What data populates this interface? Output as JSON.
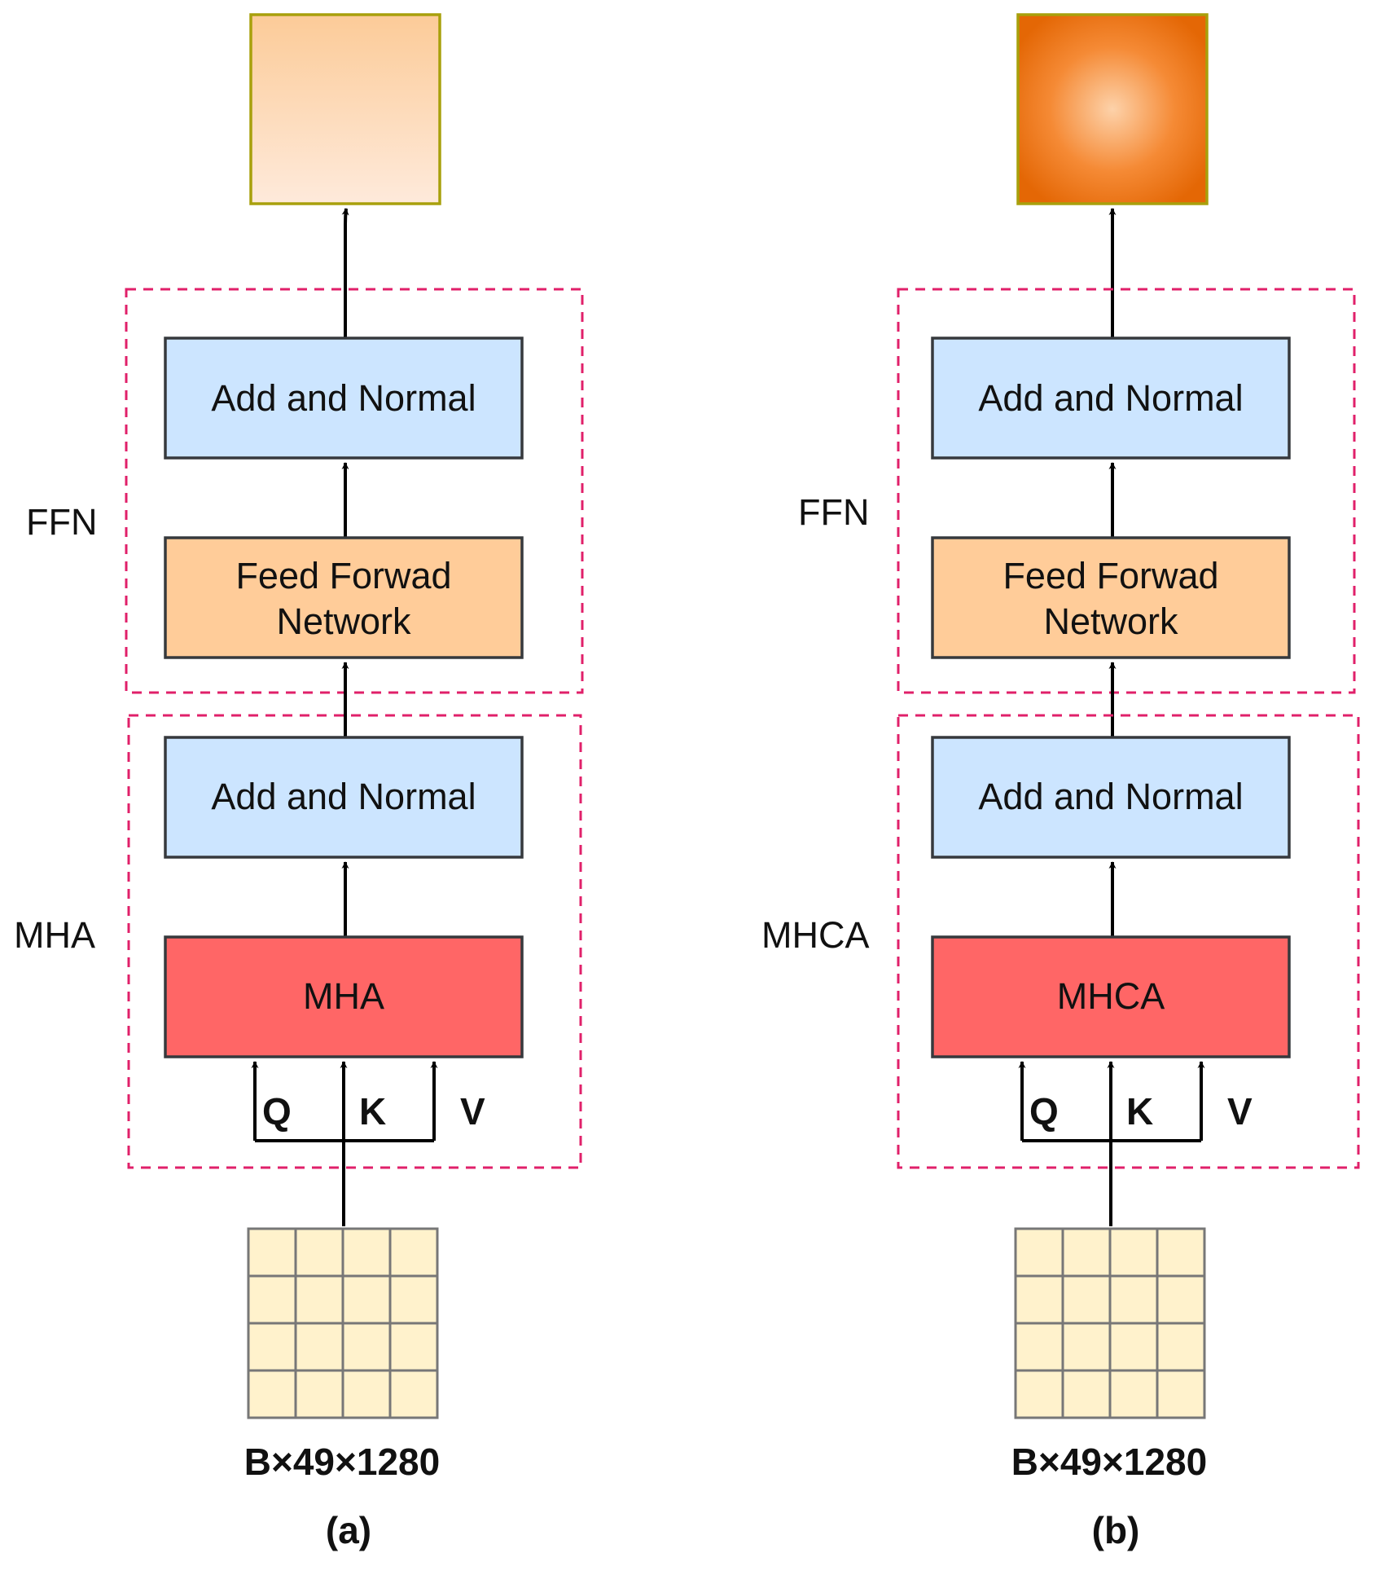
{
  "panel_a": {
    "caption": "(a)",
    "ffn_group_label": "FFN",
    "attn_group_label": "MHA",
    "top_add_norm": "Add and Normal",
    "ffn_line1": "Feed Forwad",
    "ffn_line2": "Network",
    "bottom_add_norm": "Add and Normal",
    "attention_block": "MHA",
    "q": "Q",
    "k": "K",
    "v": "V",
    "input_dims": "B×49×1280"
  },
  "panel_b": {
    "caption": "(b)",
    "ffn_group_label": "FFN",
    "attn_group_label": "MHCA",
    "top_add_norm": "Add and Normal",
    "ffn_line1": "Feed Forwad",
    "ffn_line2": "Network",
    "bottom_add_norm": "Add and Normal",
    "attention_block": "MHCA",
    "q": "Q",
    "k": "K",
    "v": "V",
    "input_dims": "B×49×1280"
  },
  "colors": {
    "add_norm_fill": "#cce5ff",
    "ffn_fill": "#ffcc99",
    "attention_fill": "#ff6666",
    "group_border": "#e0206a",
    "input_cell_fill": "#fff2cc",
    "output_a_fill": "#fdd8b4",
    "output_b_fill": "#e86d10"
  }
}
